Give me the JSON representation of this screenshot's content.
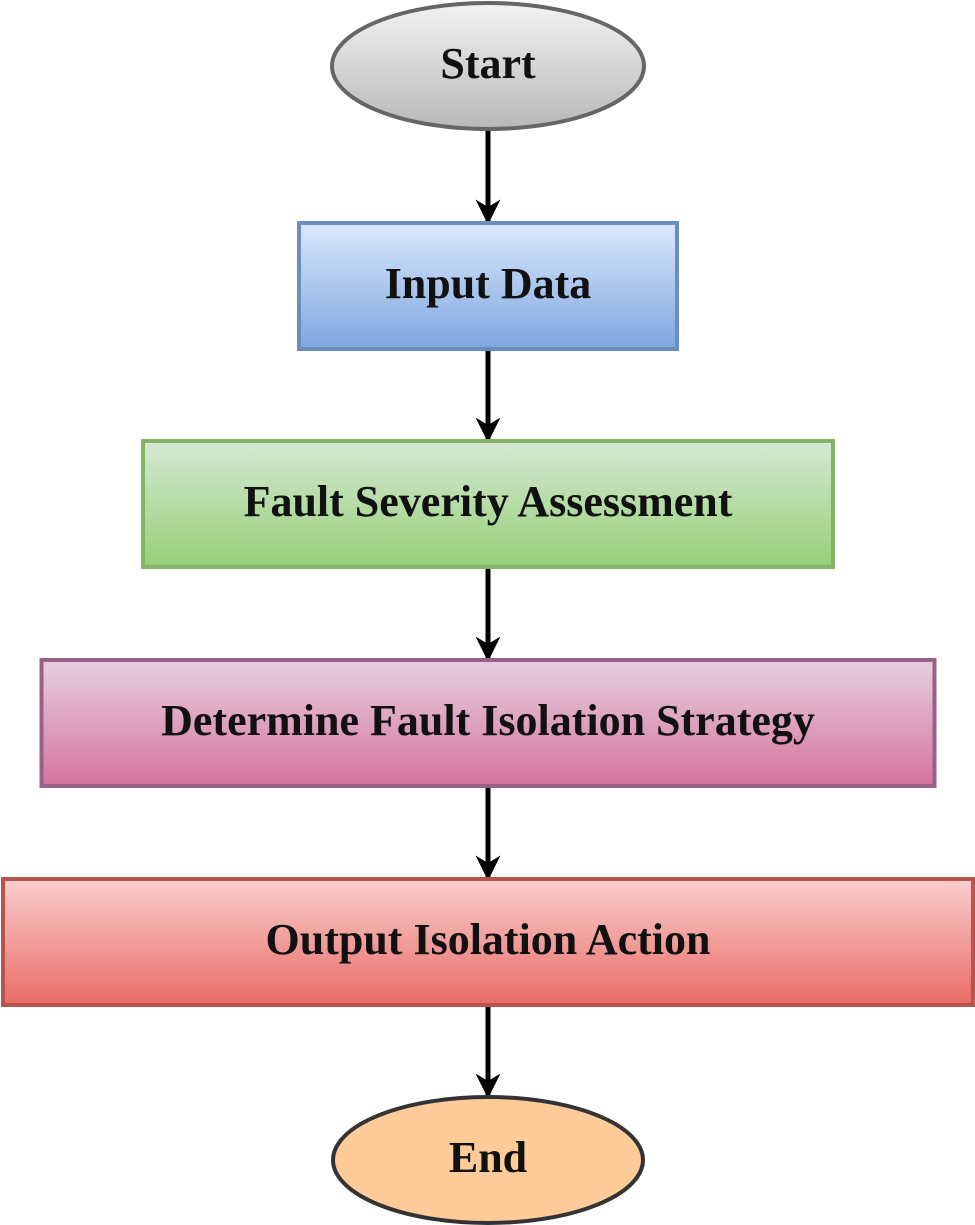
{
  "diagram": {
    "nodes": [
      {
        "id": "start",
        "shape": "ellipse",
        "label": "Start",
        "fill_top": "#f2f2f2",
        "fill_bottom": "#b8b8b8",
        "stroke": "#666666"
      },
      {
        "id": "input-data",
        "shape": "rect",
        "label": "Input Data",
        "fill_top": "#dae8fc",
        "fill_bottom": "#7ea6e0",
        "stroke": "#6c8ebf"
      },
      {
        "id": "fault-severity-assessment",
        "shape": "rect",
        "label": "Fault Severity Assessment",
        "fill_top": "#d5e8d4",
        "fill_bottom": "#97d077",
        "stroke": "#82b366"
      },
      {
        "id": "determine-fault-isolation-strategy",
        "shape": "rect",
        "label": "Determine Fault Isolation Strategy",
        "fill_top": "#e6d0de",
        "fill_bottom": "#d5739d",
        "stroke": "#996185"
      },
      {
        "id": "output-isolation-action",
        "shape": "rect",
        "label": "Output Isolation Action",
        "fill_top": "#f8cecc",
        "fill_bottom": "#ea6b66",
        "stroke": "#b85450"
      },
      {
        "id": "end",
        "shape": "ellipse",
        "label": "End",
        "fill_top": "#ffcc99",
        "fill_bottom": "#ffcc99",
        "stroke": "#333333"
      }
    ],
    "edges": [
      {
        "from": "start",
        "to": "input-data"
      },
      {
        "from": "input-data",
        "to": "fault-severity-assessment"
      },
      {
        "from": "fault-severity-assessment",
        "to": "determine-fault-isolation-strategy"
      },
      {
        "from": "determine-fault-isolation-strategy",
        "to": "output-isolation-action"
      },
      {
        "from": "output-isolation-action",
        "to": "end"
      }
    ]
  }
}
